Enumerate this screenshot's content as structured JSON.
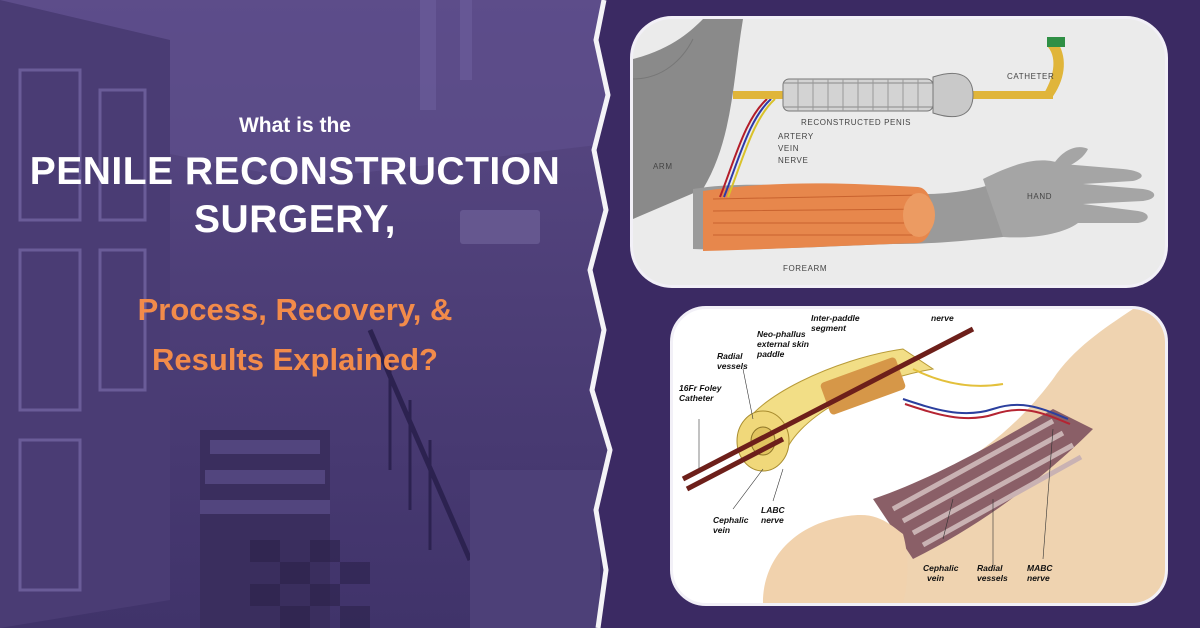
{
  "headline": {
    "intro": "What is the",
    "main_line_1": "PENILE RECONSTRUCTION",
    "main_line_2": "SURGERY,",
    "sub_line_1": "Process, Recovery, &",
    "sub_line_2": "Results Explained?"
  },
  "sketch_labels": {
    "reconstructed": "RECONSTRUCTED PENIS",
    "catheter": "CATHETER",
    "artery": "ARTERY",
    "vein": "VEIN",
    "nerve": "NERVE",
    "arm": "ARM",
    "hand": "HAND",
    "forearm": "FOREARM"
  },
  "diagram_labels": {
    "inter_paddle_1": "Inter-paddle",
    "inter_paddle_2": "segment",
    "nerve_top": "nerve",
    "neo_phallus_1": "Neo-phallus",
    "neo_phallus_2": "external skin",
    "neo_phallus_3": "paddle",
    "radial_vessels_1": "Radial",
    "radial_vessels_2": "vessels",
    "foley_1": "16Fr Foley",
    "foley_2": "Catheter",
    "cephalic_1": "Cephalic",
    "cephalic_2": "vein",
    "labc_1": "LABC",
    "labc_2": "nerve",
    "cephalic_b_1": "Cephalic",
    "cephalic_b_2": "vein",
    "radial_b_1": "Radial",
    "radial_b_2": "vessels",
    "mabc_1": "MABC",
    "mabc_2": "nerve"
  },
  "colors": {
    "background": "#3b2a63",
    "headline_white": "#ffffff",
    "headline_orange": "#f28b4a"
  }
}
